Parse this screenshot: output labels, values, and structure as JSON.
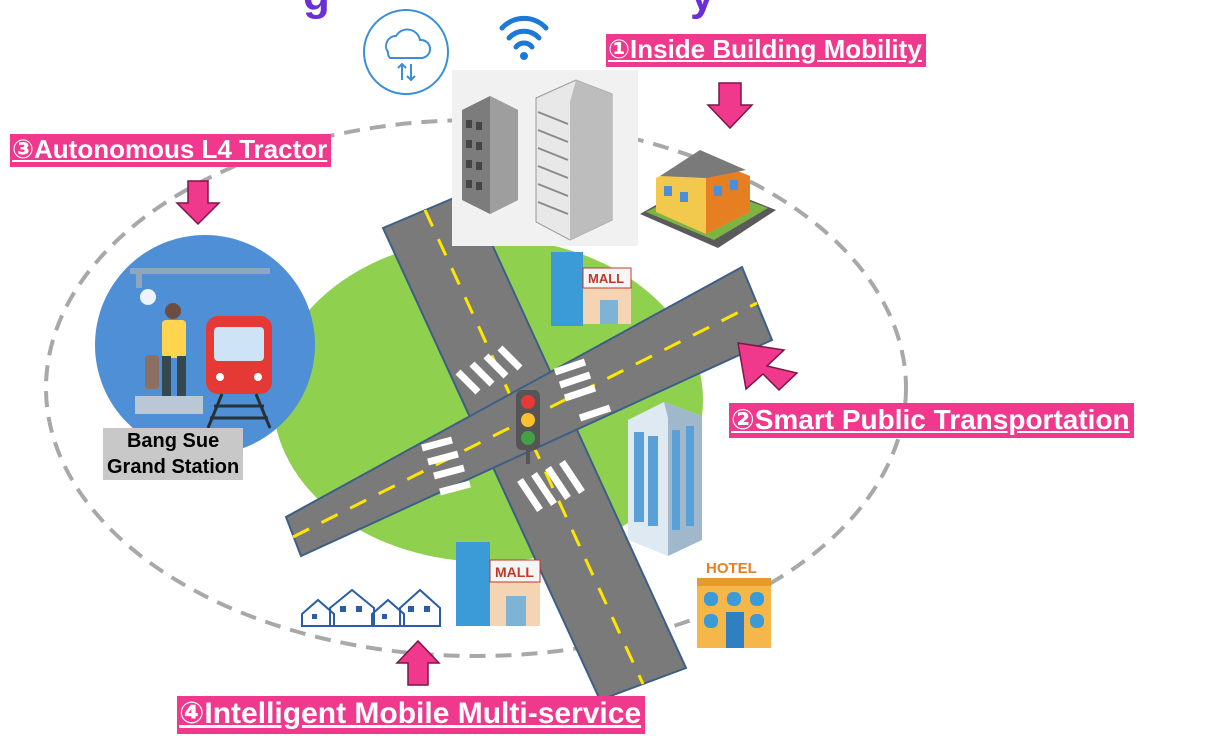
{
  "title_fragment_left": "g",
  "title_fragment_right": "y",
  "labels": {
    "inside_building": "①Inside Building Mobility",
    "smart_transport": "②Smart Public Transportation",
    "autonomous_tractor": "③Autonomous L4 Tractor",
    "mobile_multiservice": "④Intelligent Mobile Multi-service"
  },
  "station": {
    "line1": "Bang Sue",
    "line2": "Grand Station"
  },
  "signs": {
    "mall_top": "MALL",
    "mall_bottom": "MALL",
    "hotel": "HOTEL"
  },
  "colors": {
    "accent_pink": "#f0388c",
    "road": "#7a7a7a",
    "grass": "#8fd14f",
    "station_circle": "#4f8fd6",
    "title_purple": "#6a2fd6"
  }
}
